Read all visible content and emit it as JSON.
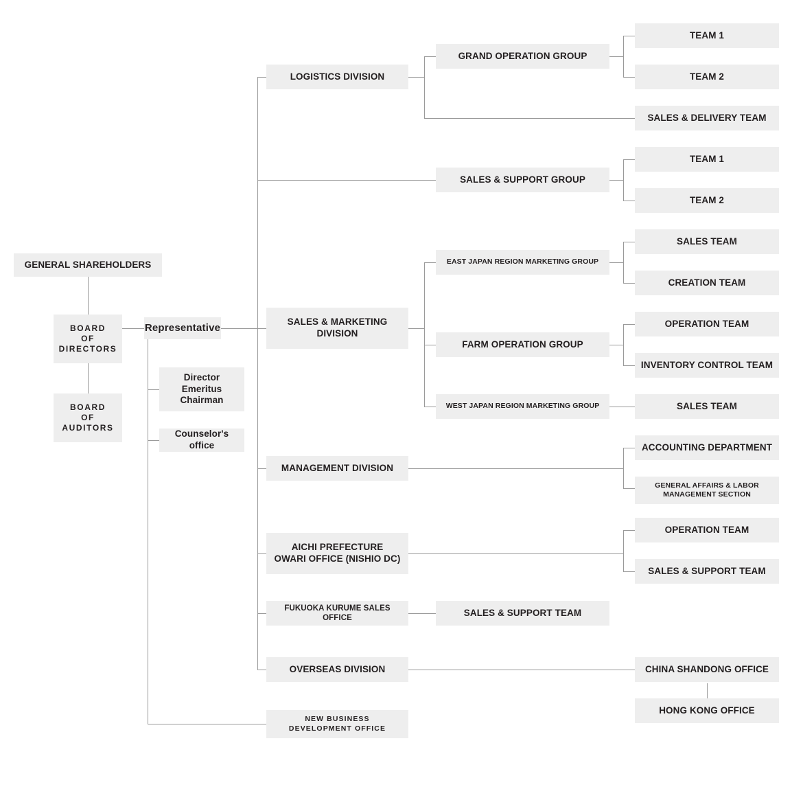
{
  "meta": {
    "title": "Organization Chart",
    "box_color": "#eeeeee",
    "line_color": "#9a9a9a",
    "text_color": "#231f20",
    "background": "#ffffff"
  },
  "chart_data": {
    "type": "diagram",
    "diagram_kind": "organization-chart",
    "orientation": "left-to-right",
    "levels": 5,
    "nodes": {
      "general_shareholders": "GENERAL SHAREHOLDERS",
      "board_of_directors": "BOARD\nOF\nDIRECTORS",
      "board_of_auditors": "BOARD\nOF\nAUDITORS",
      "representative": "Representative",
      "director_emeritus_chairman": "Director\nEmeritus\nChairman",
      "counselors_office": "Counselor's office",
      "logistics_division": "LOGISTICS DIVISION",
      "grand_operation_group": "GRAND OPERATION GROUP",
      "grand_team_1": "TEAM 1",
      "grand_team_2": "TEAM 2",
      "sales_delivery_team": "SALES & DELIVERY TEAM",
      "sales_support_group": "SALES & SUPPORT GROUP",
      "support_team_1": "TEAM 1",
      "support_team_2": "TEAM 2",
      "sales_marketing_division": "SALES & MARKETING\nDIVISION",
      "east_japan_group": "EAST JAPAN REGION MARKETING GROUP",
      "east_sales_team": "SALES TEAM",
      "east_creation_team": "CREATION TEAM",
      "farm_operation_group": "FARM OPERATION GROUP",
      "farm_operation_team": "OPERATION TEAM",
      "farm_inventory_team": "INVENTORY CONTROL TEAM",
      "west_japan_group": "WEST JAPAN REGION MARKETING GROUP",
      "west_sales_team": "SALES TEAM",
      "management_division": "MANAGEMENT DIVISION",
      "accounting_department": "ACCOUNTING DEPARTMENT",
      "general_affairs_section": "GENERAL AFFAIRS & LABOR\nMANAGEMENT SECTION",
      "aichi_office": "AICHI PREFECTURE\nOWARI OFFICE (NISHIO DC)",
      "aichi_operation_team": "OPERATION TEAM",
      "aichi_sales_support_team": "SALES & SUPPORT TEAM",
      "fukuoka_office": "FUKUOKA KURUME SALES OFFICE",
      "fukuoka_sales_support_team": "SALES & SUPPORT TEAM",
      "overseas_division": "OVERSEAS DIVISION",
      "china_shandong_office": "CHINA SHANDONG OFFICE",
      "hong_kong_office": "HONG KONG OFFICE",
      "new_business_office": "NEW BUSINESS\nDEVELOPMENT OFFICE"
    },
    "edges": [
      [
        "general_shareholders",
        "board_of_directors"
      ],
      [
        "board_of_directors",
        "board_of_auditors"
      ],
      [
        "board_of_directors",
        "representative"
      ],
      [
        "representative",
        "director_emeritus_chairman"
      ],
      [
        "representative",
        "counselors_office"
      ],
      [
        "representative",
        "logistics_division"
      ],
      [
        "representative",
        "sales_support_group"
      ],
      [
        "representative",
        "sales_marketing_division"
      ],
      [
        "representative",
        "management_division"
      ],
      [
        "representative",
        "aichi_office"
      ],
      [
        "representative",
        "fukuoka_office"
      ],
      [
        "representative",
        "overseas_division"
      ],
      [
        "representative",
        "new_business_office"
      ],
      [
        "logistics_division",
        "grand_operation_group"
      ],
      [
        "logistics_division",
        "sales_delivery_team"
      ],
      [
        "grand_operation_group",
        "grand_team_1"
      ],
      [
        "grand_operation_group",
        "grand_team_2"
      ],
      [
        "sales_support_group",
        "support_team_1"
      ],
      [
        "sales_support_group",
        "support_team_2"
      ],
      [
        "sales_marketing_division",
        "east_japan_group"
      ],
      [
        "sales_marketing_division",
        "farm_operation_group"
      ],
      [
        "sales_marketing_division",
        "west_japan_group"
      ],
      [
        "east_japan_group",
        "east_sales_team"
      ],
      [
        "east_japan_group",
        "east_creation_team"
      ],
      [
        "farm_operation_group",
        "farm_operation_team"
      ],
      [
        "farm_operation_group",
        "farm_inventory_team"
      ],
      [
        "west_japan_group",
        "west_sales_team"
      ],
      [
        "management_division",
        "accounting_department"
      ],
      [
        "management_division",
        "general_affairs_section"
      ],
      [
        "aichi_office",
        "aichi_operation_team"
      ],
      [
        "aichi_office",
        "aichi_sales_support_team"
      ],
      [
        "fukuoka_office",
        "fukuoka_sales_support_team"
      ],
      [
        "overseas_division",
        "china_shandong_office"
      ],
      [
        "china_shandong_office",
        "hong_kong_office"
      ]
    ]
  },
  "nodes": {
    "general_shareholders": {
      "label": "GENERAL SHAREHOLDERS"
    },
    "board_of_directors": {
      "line1": "BOARD",
      "line2": "OF",
      "line3": "DIRECTORS"
    },
    "board_of_auditors": {
      "line1": "BOARD",
      "line2": "OF",
      "line3": "AUDITORS"
    },
    "representative": {
      "label": "Representative"
    },
    "director_emeritus_chairman": {
      "line1": "Director",
      "line2": "Emeritus",
      "line3": "Chairman"
    },
    "counselors_office": {
      "label": "Counselor's office"
    },
    "logistics_division": {
      "label": "LOGISTICS DIVISION"
    },
    "grand_operation_group": {
      "label": "GRAND OPERATION GROUP"
    },
    "grand_team_1": {
      "label": "TEAM 1"
    },
    "grand_team_2": {
      "label": "TEAM 2"
    },
    "sales_delivery_team": {
      "label": "SALES & DELIVERY TEAM"
    },
    "sales_support_group": {
      "label": "SALES & SUPPORT GROUP"
    },
    "support_team_1": {
      "label": "TEAM 1"
    },
    "support_team_2": {
      "label": "TEAM 2"
    },
    "sales_marketing_division": {
      "line1": "SALES & MARKETING",
      "line2": "DIVISION"
    },
    "east_japan_group": {
      "label": "EAST JAPAN REGION MARKETING GROUP"
    },
    "east_sales_team": {
      "label": "SALES TEAM"
    },
    "east_creation_team": {
      "label": "CREATION TEAM"
    },
    "farm_operation_group": {
      "label": "FARM OPERATION GROUP"
    },
    "farm_operation_team": {
      "label": "OPERATION TEAM"
    },
    "farm_inventory_team": {
      "label": "INVENTORY CONTROL TEAM"
    },
    "west_japan_group": {
      "label": "WEST JAPAN REGION MARKETING GROUP"
    },
    "west_sales_team": {
      "label": "SALES TEAM"
    },
    "management_division": {
      "label": "MANAGEMENT DIVISION"
    },
    "accounting_department": {
      "label": "ACCOUNTING DEPARTMENT"
    },
    "general_affairs_section": {
      "line1": "GENERAL AFFAIRS & LABOR",
      "line2": "MANAGEMENT SECTION"
    },
    "aichi_office": {
      "line1": "AICHI PREFECTURE",
      "line2": "OWARI OFFICE (NISHIO DC)"
    },
    "aichi_operation_team": {
      "label": "OPERATION TEAM"
    },
    "aichi_sales_support_team": {
      "label": "SALES & SUPPORT TEAM"
    },
    "fukuoka_office": {
      "label": "FUKUOKA KURUME SALES OFFICE"
    },
    "fukuoka_sales_support_team": {
      "label": "SALES & SUPPORT TEAM"
    },
    "overseas_division": {
      "label": "OVERSEAS DIVISION"
    },
    "china_shandong_office": {
      "label": "CHINA SHANDONG OFFICE"
    },
    "hong_kong_office": {
      "label": "HONG KONG OFFICE"
    },
    "new_business_office": {
      "line1": "NEW BUSINESS",
      "line2": "DEVELOPMENT OFFICE"
    }
  }
}
